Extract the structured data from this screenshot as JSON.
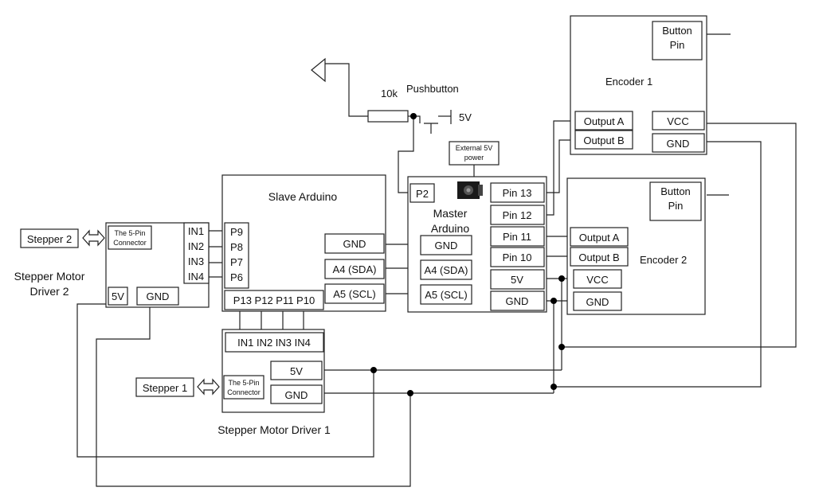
{
  "encoder1": {
    "title": "Encoder 1",
    "button_pin": [
      "Button",
      "Pin"
    ],
    "output_a": "Output A",
    "output_b": "Output B",
    "vcc": "VCC",
    "gnd": "GND"
  },
  "encoder2": {
    "title": "Encoder 2",
    "button_pin": [
      "Button",
      "Pin"
    ],
    "output_a": "Output A",
    "output_b": "Output B",
    "vcc": "VCC",
    "gnd": "GND"
  },
  "pushbutton": {
    "resistor_label": "10k",
    "label": "Pushbutton",
    "supply": "5V"
  },
  "external_power": [
    "External 5V",
    "power"
  ],
  "master": {
    "title": [
      "Master",
      "Arduino"
    ],
    "p2": "P2",
    "pin13": "Pin 13",
    "pin12": "Pin 12",
    "pin11": "Pin 11",
    "pin10": "Pin 10",
    "v5": "5V",
    "gnd_right": "GND",
    "gnd_left": "GND",
    "sda": "A4 (SDA)",
    "scl": "A5 (SCL)"
  },
  "slave": {
    "title": "Slave Arduino",
    "pins_left": [
      "P9",
      "P8",
      "P7",
      "P6"
    ],
    "bottom_pins": "P13 P12 P11 P10",
    "gnd": "GND",
    "sda": "A4 (SDA)",
    "scl": "A5 (SCL)"
  },
  "driver2": {
    "connector": [
      "The 5-Pin",
      "Connector"
    ],
    "inputs": [
      "IN1",
      "IN2",
      "IN3",
      "IN4"
    ],
    "v5": "5V",
    "gnd": "GND",
    "name": [
      "Stepper Motor",
      "Driver 2"
    ]
  },
  "driver1": {
    "inputs": "IN1 IN2 IN3 IN4",
    "v5": "5V",
    "gnd": "GND",
    "connector": [
      "The 5-Pin",
      "Connector"
    ],
    "name": "Stepper Motor Driver 1"
  },
  "stepper2": "Stepper 2",
  "stepper1": "Stepper 1"
}
